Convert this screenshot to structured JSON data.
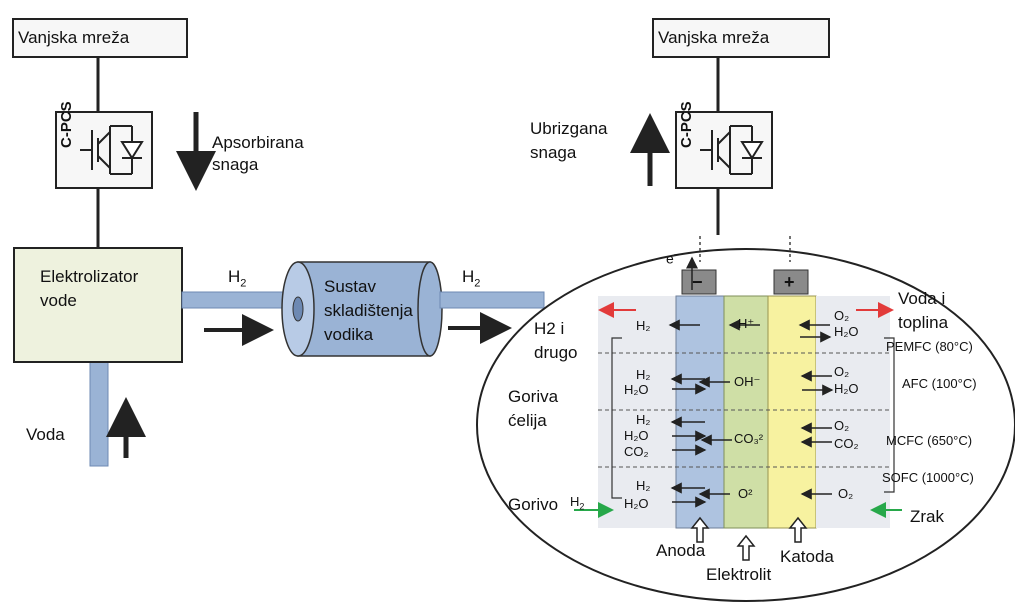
{
  "left": {
    "grid_label": "Vanjska mreža",
    "pcs_label": "C-PCS",
    "power_label_line1": "Apsorbirana",
    "power_label_line2": "snaga",
    "electrolyzer_line1": "Elektrolizator",
    "electrolyzer_line2": "vode",
    "water_label": "Voda"
  },
  "pipe": {
    "h2_label_1": "H",
    "h2_label_2": "H",
    "h2_sub": "2"
  },
  "storage": {
    "line1": "Sustav",
    "line2": "skladištenja",
    "line3": "vodika"
  },
  "right": {
    "grid_label": "Vanjska mreža",
    "pcs_label": "C-PCS",
    "power_label_line1": "Ubrizgana",
    "power_label_line2": "snaga"
  },
  "fuel_cell": {
    "electron_label": "e",
    "minus_sign": "−",
    "plus_sign": "+",
    "h2_other_line1": "H2 i",
    "h2_other_line2": "drugo",
    "fuel_cell_line1": "Goriva",
    "fuel_cell_line2": "ćelija",
    "fuel_label": "Gorivo",
    "fuel_h2": "H",
    "water_heat_line1": "Voda i",
    "water_heat_line2": "toplina",
    "air_label": "Zrak",
    "anode_label": "Anoda",
    "electrolyte_label": "Elektrolit",
    "cathode_label": "Katoda",
    "types": [
      "PEMFC (80°C)",
      "AFC (100°C)",
      "MCFC (650°C)",
      "SOFC (1000°C)"
    ],
    "ions": [
      "H⁺",
      "OH⁻",
      "CO₃²",
      "O²"
    ],
    "rows": {
      "pemfc_left": [
        "H₂"
      ],
      "pemfc_right": [
        "O₂",
        "H₂O"
      ],
      "afc_left": [
        "H₂",
        "H₂O"
      ],
      "afc_right": [
        "O₂",
        "H₂O"
      ],
      "mcfc_left": [
        "H₂",
        "H₂O",
        "CO₂"
      ],
      "mcfc_right": [
        "O₂",
        "CO₂"
      ],
      "sofc_left": [
        "H₂",
        "H₂O"
      ],
      "sofc_right": [
        "O₂"
      ]
    }
  },
  "colors": {
    "pipe_blue": "#9ab3d5",
    "electrolyzer_fill": "#eef2de",
    "anode_blue": "#aec3e0",
    "electrolyte_green": "#cfdfa6",
    "cathode_yellow": "#f7f2a0",
    "gas_gray": "#e9ebf0",
    "arrow_red": "#e23a3a",
    "arrow_green": "#27a84a"
  }
}
